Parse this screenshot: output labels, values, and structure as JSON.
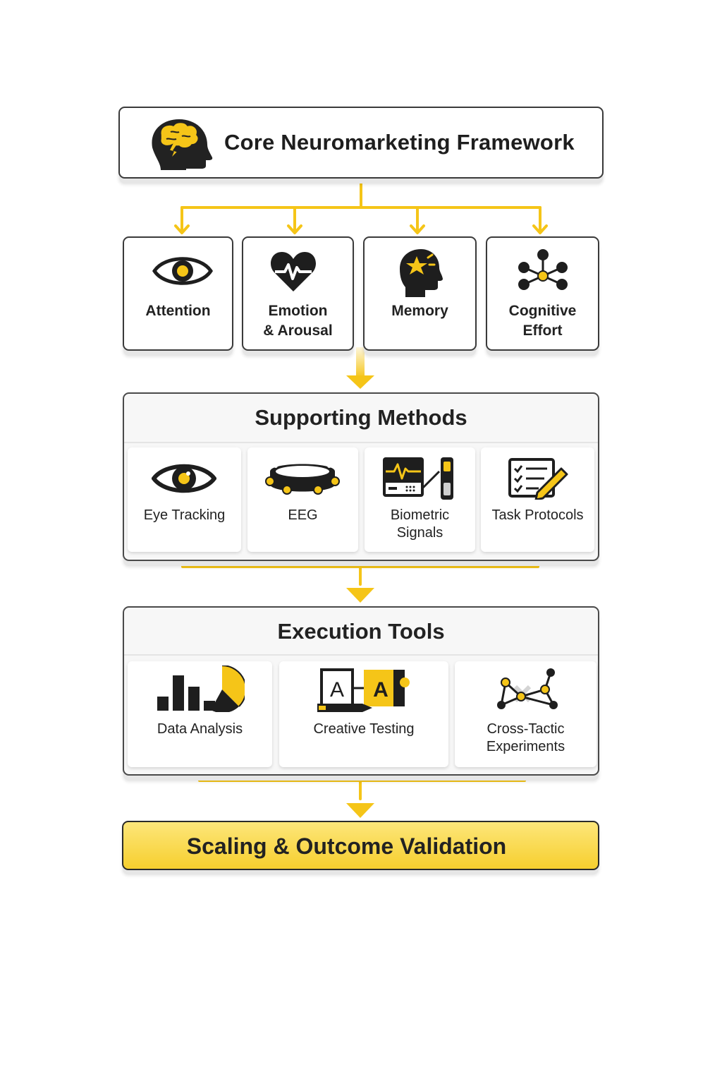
{
  "header": {
    "title": "Core Neuromarketing Framework",
    "icon": "brain-head-icon"
  },
  "pillars": [
    {
      "id": "attention",
      "label": "Attention",
      "icon": "eye-icon"
    },
    {
      "id": "emotion",
      "label": "Emotion\n& Arousal",
      "icon": "heartbeat-icon"
    },
    {
      "id": "memory",
      "label": "Memory",
      "icon": "head-star-icon"
    },
    {
      "id": "cognitive",
      "label": "Cognitive\nEffort",
      "icon": "network-icon"
    }
  ],
  "supporting": {
    "title": "Supporting Methods",
    "items": [
      {
        "id": "eye-tracking",
        "label": "Eye Tracking",
        "icon": "eye-tracking-icon"
      },
      {
        "id": "eeg",
        "label": "EEG",
        "icon": "eeg-headband-icon"
      },
      {
        "id": "biometric",
        "label": "Biometric\nSignals",
        "icon": "biometric-monitor-icon"
      },
      {
        "id": "task-protocols",
        "label": "Task Protocols",
        "icon": "checklist-pencil-icon"
      }
    ]
  },
  "execution": {
    "title": "Execution Tools",
    "items": [
      {
        "id": "data-analysis",
        "label": "Data Analysis",
        "icon": "bar-pie-chart-icon"
      },
      {
        "id": "creative-testing",
        "label": "Creative Testing",
        "icon": "ab-test-icon"
      },
      {
        "id": "cross-tactic",
        "label": "Cross-Tactic\nExperiments",
        "icon": "node-graph-icon"
      }
    ]
  },
  "outcome": {
    "label": "Scaling & Outcome Validation"
  },
  "colors": {
    "accent": "#f5c518",
    "dark": "#222222",
    "border": "#3a3a3a"
  }
}
